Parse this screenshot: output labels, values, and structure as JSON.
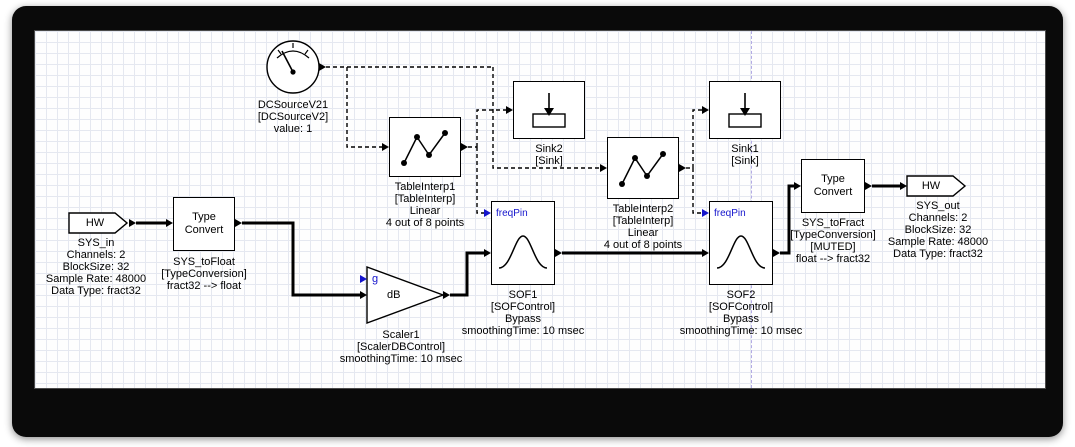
{
  "colors": {
    "wire": "#000000",
    "control_pin_blue": "#1414cc",
    "page_break": "#b3abe4",
    "grid": "#e5e8f0",
    "frame": "#0a0a0a"
  },
  "icons": {
    "dcsource": "gauge-meter-icon",
    "tableinterp": "interpolation-points-icon",
    "sink": "sink-arrow-box-icon",
    "sof": "bell-curve-icon",
    "scaler": "amplifier-triangle-icon"
  },
  "blocks": {
    "hw_in": {
      "tag": "HW",
      "label_lines": [
        "SYS_in",
        "Channels: 2",
        "BlockSize: 32",
        "Sample Rate: 48000",
        "Data Type: fract32"
      ]
    },
    "sys_to_float": {
      "box_lines": [
        "Type",
        "Convert"
      ],
      "label_lines": [
        "SYS_toFloat",
        "[TypeConversion]",
        "fract32 --> float"
      ]
    },
    "dcsource": {
      "label_lines": [
        "DCSourceV21",
        "[DCSourceV2]",
        "value: 1"
      ]
    },
    "tableinterp1": {
      "label_lines": [
        "TableInterp1",
        "[TableInterp]",
        "Linear",
        "4 out of 8 points"
      ]
    },
    "sink2": {
      "label_lines": [
        "Sink2",
        "[Sink]"
      ]
    },
    "tableinterp2": {
      "label_lines": [
        "TableInterp2",
        "[TableInterp]",
        "Linear",
        "4 out of 8 points"
      ]
    },
    "sink1": {
      "label_lines": [
        "Sink1",
        "[Sink]"
      ]
    },
    "scaler1": {
      "gain_pin": "g",
      "unit": "dB",
      "label_lines": [
        "Scaler1",
        "[ScalerDBControl]",
        "smoothingTime: 10 msec"
      ]
    },
    "sof1": {
      "freq_pin": "freqPin",
      "label_lines": [
        "SOF1",
        "[SOFControl]",
        "Bypass",
        "smoothingTime: 10 msec"
      ]
    },
    "sof2": {
      "freq_pin": "freqPin",
      "label_lines": [
        "SOF2",
        "[SOFControl]",
        "Bypass",
        "smoothingTime: 10 msec"
      ]
    },
    "sys_to_fract": {
      "box_lines": [
        "Type",
        "Convert"
      ],
      "label_lines": [
        "SYS_toFract",
        "[TypeConversion]",
        "[MUTED]",
        "float --> fract32"
      ]
    },
    "hw_out": {
      "tag": "HW",
      "label_lines": [
        "SYS_out",
        "Channels: 2",
        "BlockSize: 32",
        "Sample Rate: 48000",
        "Data Type: fract32"
      ]
    }
  }
}
